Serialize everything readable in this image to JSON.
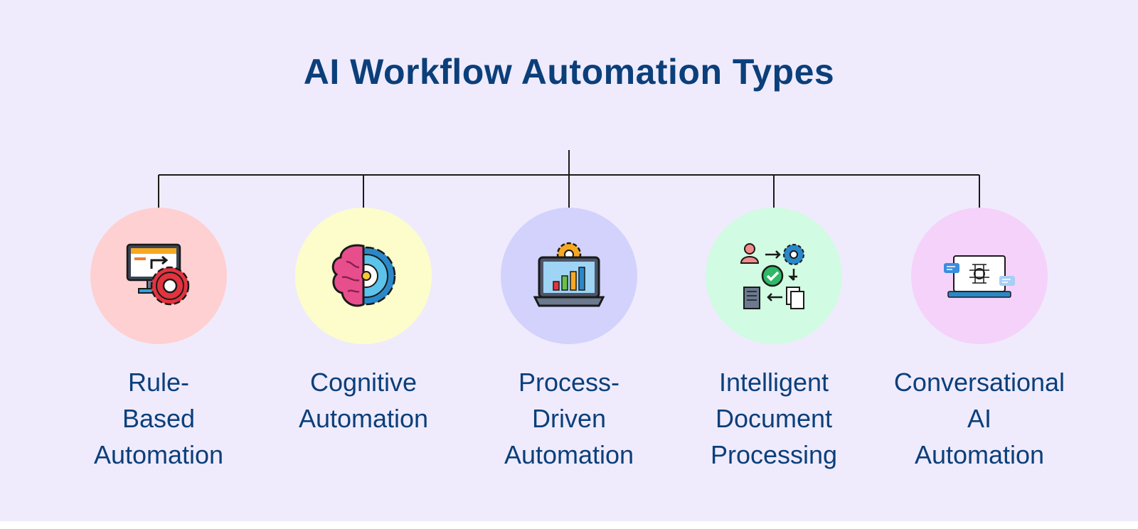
{
  "title": "AI Workflow Automation Types",
  "colors": {
    "background": "#efebfd",
    "title": "#0b3f7a",
    "connector": "#1a1a1a"
  },
  "types": [
    {
      "lines": [
        "Rule-",
        "Based",
        "Automation"
      ],
      "color": "#ffd0d1",
      "icon": "monitor-gear-icon"
    },
    {
      "lines": [
        "Cognitive",
        "Automation"
      ],
      "color": "#fdfdcb",
      "icon": "brain-gear-icon"
    },
    {
      "lines": [
        "Process-",
        "Driven",
        "Automation"
      ],
      "color": "#d2d2fc",
      "icon": "laptop-chart-gear-icon"
    },
    {
      "lines": [
        "Intelligent",
        "Document",
        "Processing"
      ],
      "color": "#d1fbe2",
      "icon": "document-flow-icon"
    },
    {
      "lines": [
        "Conversational",
        "AI",
        "Automation"
      ],
      "color": "#f5d2fa",
      "icon": "chatbot-laptop-icon"
    }
  ]
}
